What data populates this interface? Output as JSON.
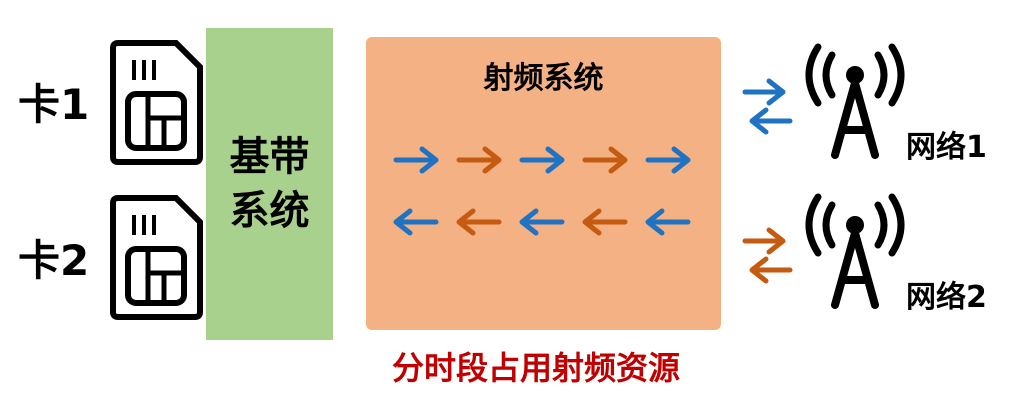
{
  "cards": [
    {
      "label": "卡1"
    },
    {
      "label": "卡2"
    }
  ],
  "baseband": {
    "line1": "基带",
    "line2": "系统"
  },
  "rf_system": {
    "title": "射频系统"
  },
  "caption": "分时段占用射频资源",
  "networks": [
    {
      "label": "网络1"
    },
    {
      "label": "网络2"
    }
  ],
  "colors": {
    "blue": "#1f73c2",
    "orange": "#c55a11",
    "baseband_fill": "#a9d18e",
    "rf_fill": "#f4b183",
    "caption": "#c00000"
  }
}
